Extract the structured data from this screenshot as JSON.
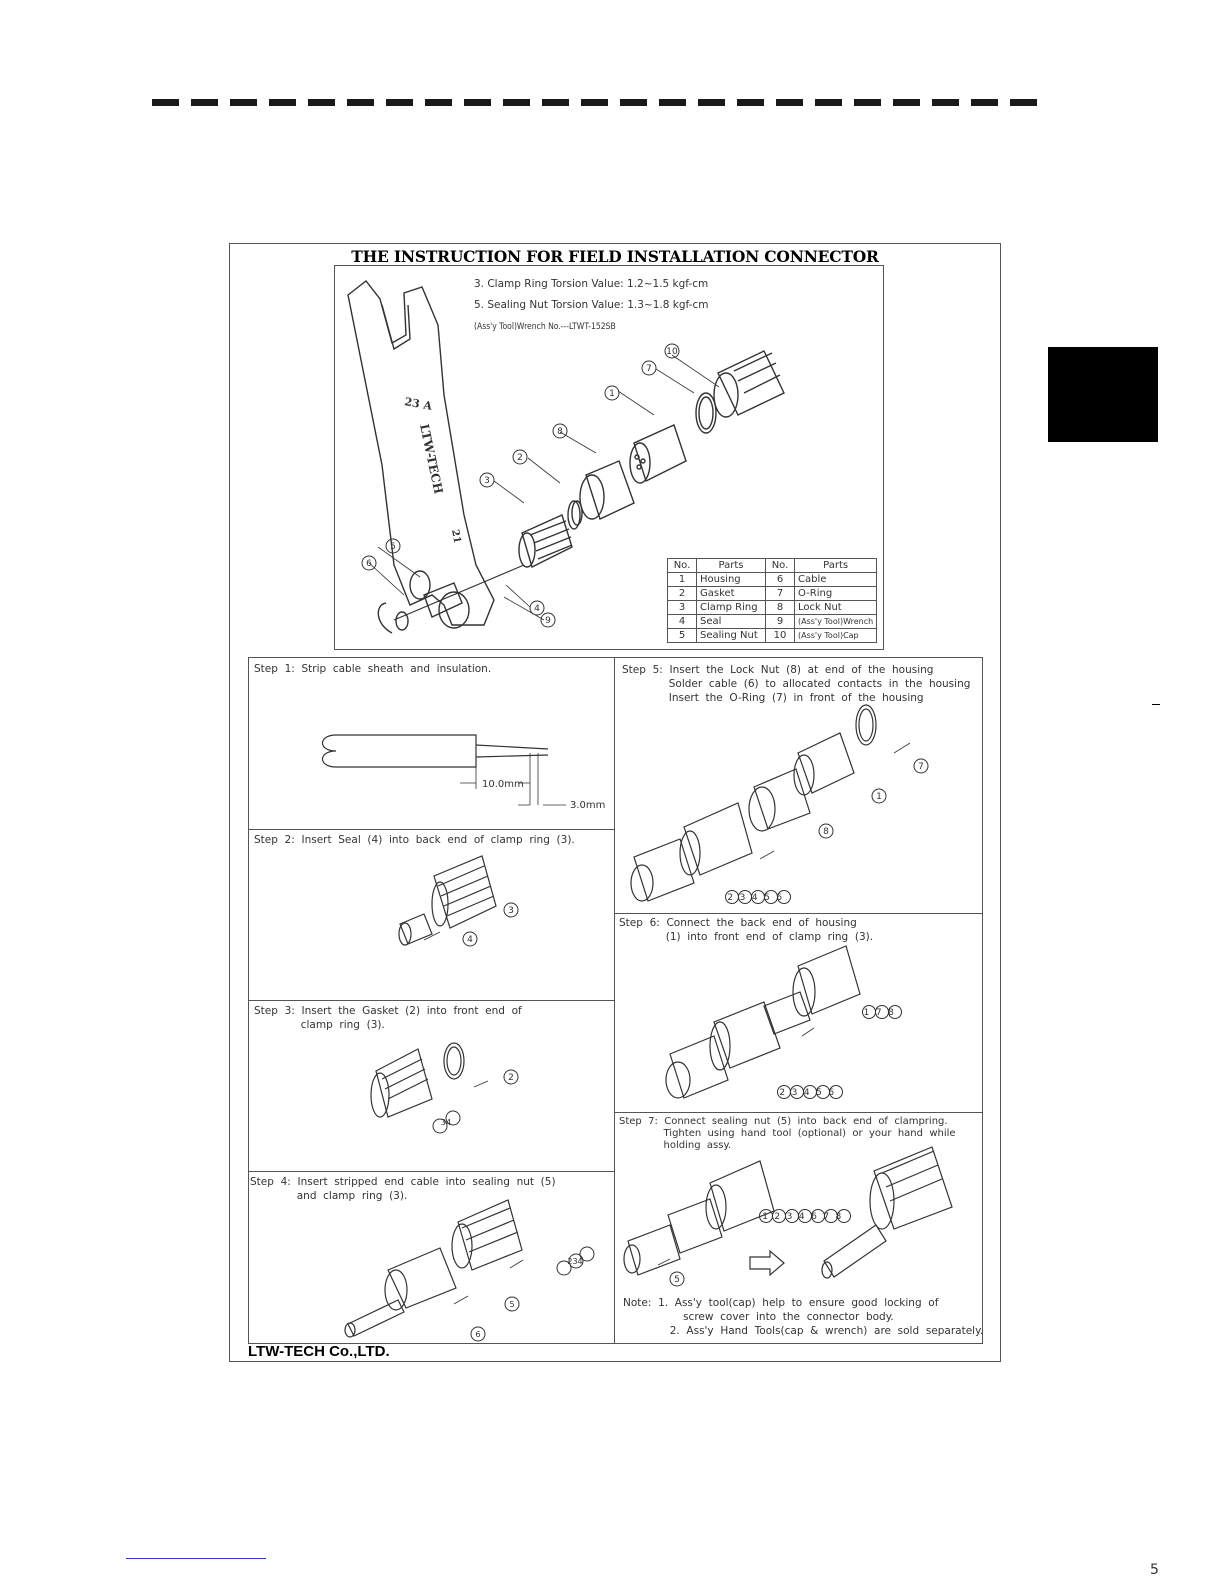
{
  "header": {
    "dash_count": 23
  },
  "document": {
    "title": "THE INSTRUCTION FOR FIELD INSTALLATION CONNECTOR",
    "torsion_clamp": "3.  Clamp  Ring  Torsion  Value:  1.2~1.5  kgf-cm",
    "torsion_nut": "5.  Sealing  Nut  Torsion  Value:  1.3~1.8  kgf-cm",
    "wrench_no": "(Ass'y Tool)Wrench No.---LTWT-152SB",
    "wrench_text_a": "23 A",
    "wrench_text_b": "LTW-TECH",
    "wrench_text_c": "21",
    "callouts": [
      "1",
      "2",
      "3",
      "4",
      "5",
      "6",
      "7",
      "8",
      "9",
      "10"
    ],
    "parts_table": {
      "headers": [
        "No.",
        "Parts",
        "No.",
        "Parts"
      ],
      "rows": [
        [
          "1",
          "Housing",
          "6",
          "Cable"
        ],
        [
          "2",
          "Gasket",
          "7",
          "O-Ring"
        ],
        [
          "3",
          "Clamp  Ring",
          "8",
          "Lock  Nut"
        ],
        [
          "4",
          "Seal",
          "9",
          "(Ass'y Tool)Wrench"
        ],
        [
          "5",
          "Sealing  Nut",
          "10",
          "(Ass'y Tool)Cap"
        ]
      ]
    },
    "steps": {
      "step1": "Step  1:  Strip  cable  sheath  and  insulation.",
      "step1_dim_a": "10.0mm",
      "step1_dim_b": "3.0mm",
      "step2": "Step  2:  Insert  Seal  (4)  into  back  end  of  clamp  ring  (3).",
      "step2_c3": "3",
      "step2_c4": "4",
      "step3": "Step  3:  Insert  the  Gasket  (2)  into  front  end  of\n              clamp  ring  (3).",
      "step3_c2": "2",
      "step3_c34": "34",
      "step4": "Step  4:  Insert  stripped  end  cable  into  sealing  nut  (5)\n              and  clamp  ring  (3).",
      "step4_c234": "234",
      "step4_c5": "5",
      "step4_c6": "6",
      "step5": "Step  5:  Insert  the  Lock  Nut  (8)  at  end  of  the  housing\n              Solder  cable  (6)  to  allocated  contacts  in  the  housing\n              Insert  the  O-Ring  (7)  in  front  of  the  housing",
      "step5_c7": "7",
      "step5_c1": "1",
      "step5_c8": "8",
      "step5_group": "23456",
      "step6": "Step  6:  Connect  the  back  end  of  housing\n              (1)  into  front  end  of  clamp  ring  (3).",
      "step6_group_a": "178",
      "step6_group_b": "23456",
      "step7": "Step  7:  Connect  sealing  nut  (5)  into  back  end  of  clampring.\n              Tighten  using  hand  tool  (optional)  or  your  hand  while\n              holding  assy.",
      "step7_group": "1234678",
      "step7_c5": "5",
      "note": "Note:  1.  Ass'y  tool(cap)  help  to  ensure  good  locking  of\n                  screw  cover  into  the  connector  body.\n              2.  Ass'y  Hand  Tools(cap  &  wrench)  are  sold  separately."
    },
    "company": "LTW-TECH Co.,LTD."
  },
  "footer": {
    "page_number": "5"
  }
}
